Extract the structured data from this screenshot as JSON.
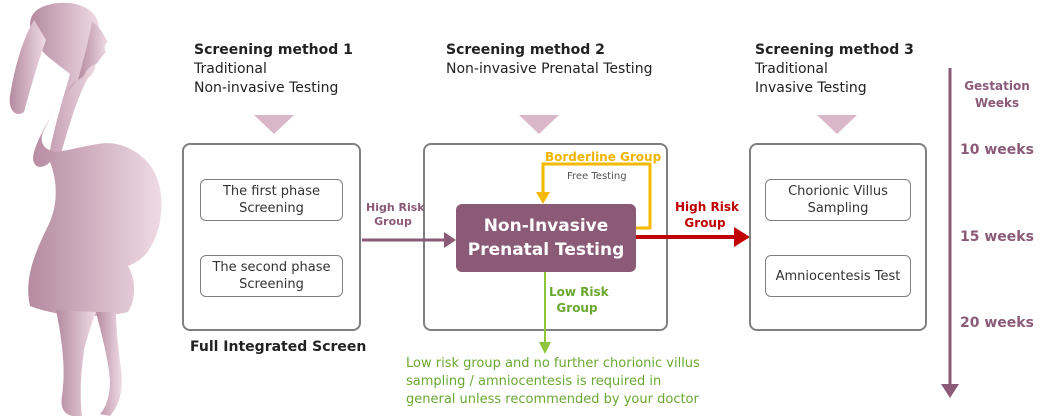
{
  "methods": [
    {
      "title": "Screening method 1",
      "line1": "Traditional",
      "line2": "Non-invasive Testing"
    },
    {
      "title": "Screening method 2",
      "line1": "Non-invasive  Prenatal Testing",
      "line2": ""
    },
    {
      "title": "Screening method 3",
      "line1": "Traditional",
      "line2": "Invasive Testing"
    }
  ],
  "box1": {
    "phase1_l1": "The first phase",
    "phase1_l2": "Screening",
    "phase2_l1": "The second phase",
    "phase2_l2": "Screening",
    "caption": "Full Integrated Screen"
  },
  "box2": {
    "nipt_l1": "Non-Invasive",
    "nipt_l2": "Prenatal Testing",
    "borderline": "Borderline  Group",
    "free": "Free Testing",
    "low_l1": "Low Risk",
    "low_l2": "Group"
  },
  "box3": {
    "cvs_l1": "Chorionic Villus",
    "cvs_l2": "Sampling",
    "amnio": "Amniocentesis Test"
  },
  "arrows": {
    "high1_l1": "High Risk",
    "high1_l2": "Group",
    "high2_l1": "High Risk",
    "high2_l2": "Group"
  },
  "note": {
    "l1": "Low risk group and no further chorionic villus",
    "l2": "sampling / amniocentesis is required in",
    "l3": "general unless recommended by your doctor"
  },
  "timeline": {
    "title_l1": "Gestation",
    "title_l2": "Weeks",
    "w10": "10 weeks",
    "w15": "15 weeks",
    "w20": "20 weeks"
  },
  "colors": {
    "mauve": "#8a5a77",
    "red": "#c00000",
    "green": "#8cc63f",
    "orange": "#f5b800",
    "silhouette": "#dcc0cc"
  }
}
